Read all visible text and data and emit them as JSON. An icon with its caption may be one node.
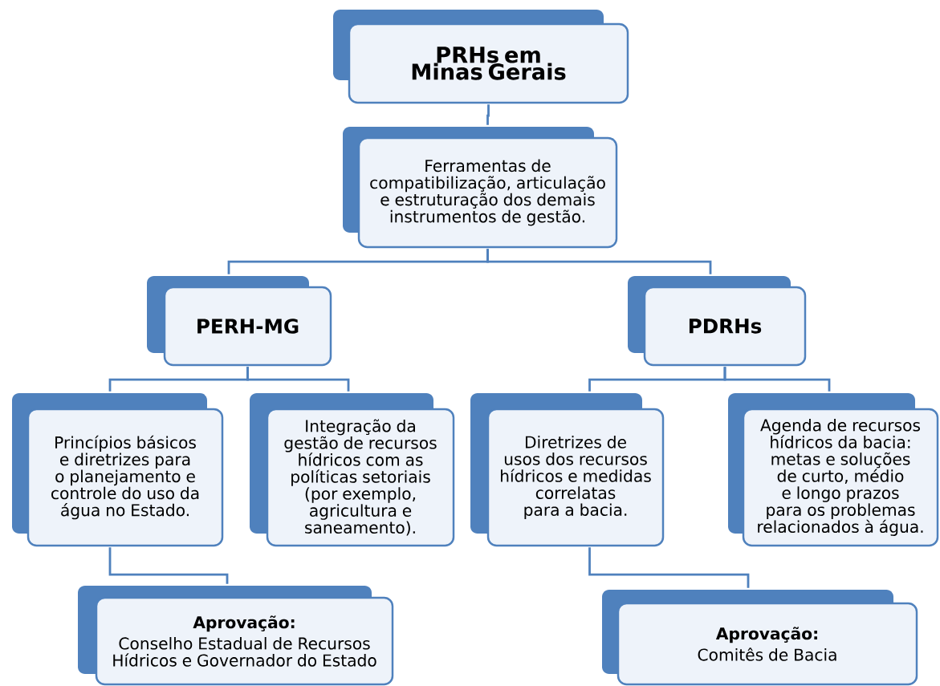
{
  "diagram": {
    "nodes": [
      {
        "text": [
          "PRHs em Minas Gerais"
        ]
      },
      {
        "text": [
          "Ferramentas de compatibilização, articulação e estruturação dos demais instrumentos de gestão."
        ]
      },
      {
        "text": [
          "PERH-MG"
        ]
      },
      {
        "text": [
          "PDRHs"
        ]
      },
      {
        "text": [
          "Princípios básicos e diretrizes para o planejamento e controle do uso da água no Estado."
        ]
      },
      {
        "text": [
          "Integração da gestão de recursos hídricos com as políticas setoriais (por exemplo, agricultura e saneamento)."
        ]
      },
      {
        "text": [
          "Diretrizes de usos dos recursos hídricos e medidas correlatas para a bacia."
        ]
      },
      {
        "text": [
          "Agenda de recursos hídricos da bacia: metas e soluções de curto, médio e longo prazos para os problemas relacionados à água."
        ]
      },
      {
        "text": [
          "Aprovação:",
          "Conselho Estadual de Recursos Hídricos e Governador do Estado"
        ]
      },
      {
        "text": [
          "Aprovação:",
          "Comitês de Bacia"
        ]
      }
    ],
    "edges": [
      {
        "from": 0,
        "to": 1,
        "arrow": "none"
      },
      {
        "from": 1,
        "to": 2,
        "arrow": "none"
      },
      {
        "from": 1,
        "to": 3,
        "arrow": "none"
      },
      {
        "from": 2,
        "to": 4,
        "arrow": "none"
      },
      {
        "from": 2,
        "to": 5,
        "arrow": "none"
      },
      {
        "from": 3,
        "to": 6,
        "arrow": "none"
      },
      {
        "from": 3,
        "to": 7,
        "arrow": "none"
      },
      {
        "from": 4,
        "to": 8,
        "arrow": "none"
      },
      {
        "from": 6,
        "to": 9,
        "arrow": "none"
      }
    ]
  }
}
